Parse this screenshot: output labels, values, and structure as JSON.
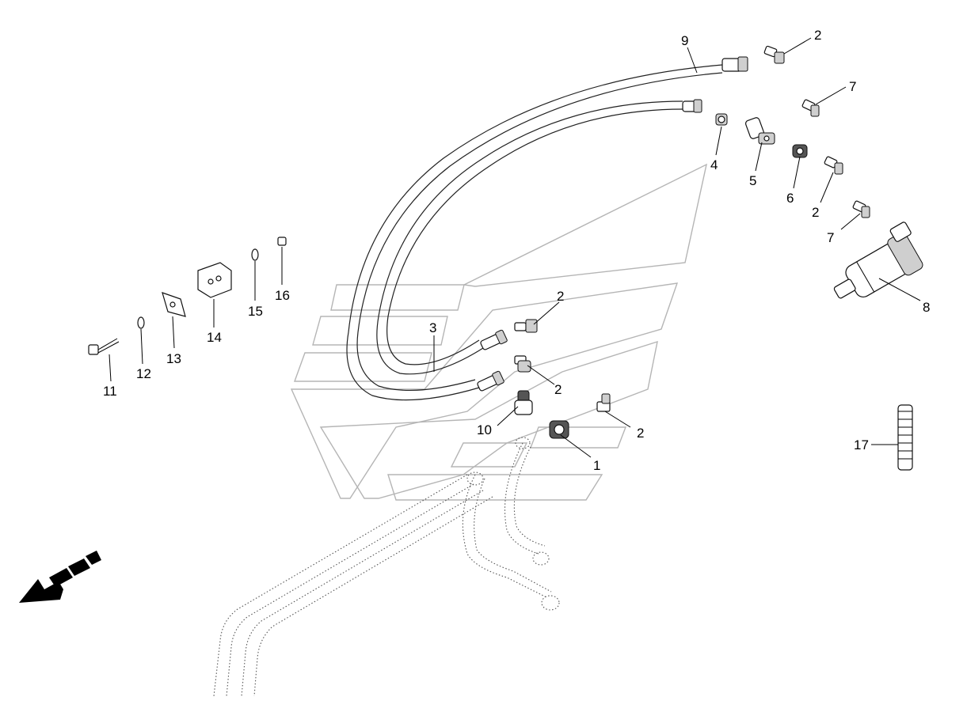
{
  "callouts": {
    "c1": "1",
    "c2a": "2",
    "c2b": "2",
    "c2c": "2",
    "c2d": "2",
    "c2e": "2",
    "c3": "3",
    "c4": "4",
    "c5": "5",
    "c6": "6",
    "c7a": "7",
    "c7b": "7",
    "c8": "8",
    "c9": "9",
    "c10": "10",
    "c11": "11",
    "c12": "12",
    "c13": "13",
    "c14": "14",
    "c15": "15",
    "c16": "16",
    "c17": "17"
  },
  "icons": {
    "direction": "forward-direction-arrow-icon"
  }
}
